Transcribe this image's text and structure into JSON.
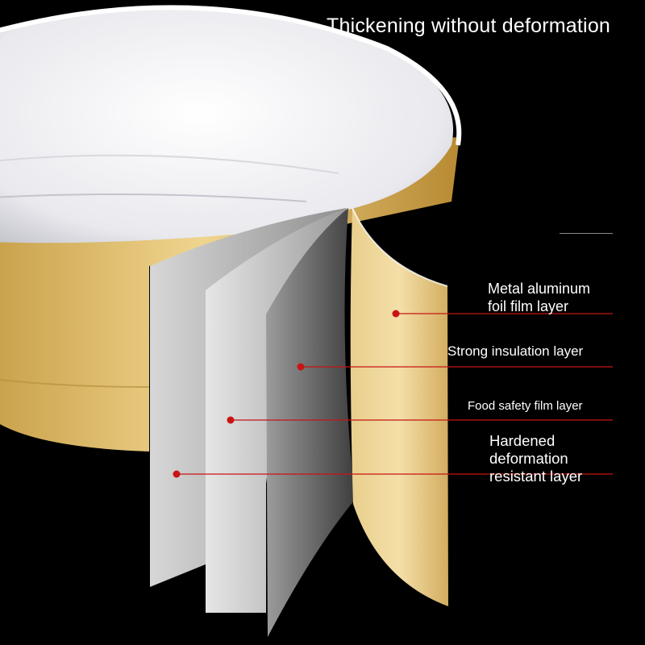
{
  "heading": "Thickening without deformation",
  "layers": [
    {
      "lines": [
        "Metal aluminum",
        "foil film layer"
      ],
      "color": "#e2c27a"
    },
    {
      "lines": [
        "Strong insulation layer"
      ],
      "color": "#5a5a5a"
    },
    {
      "lines": [
        "Food safety film layer"
      ],
      "color": "#c9c9c9"
    },
    {
      "lines": [
        "Hardened",
        "deformation",
        "resistant layer"
      ],
      "color": "#a9a9a9"
    }
  ],
  "colors": {
    "background": "#000000",
    "gold": "#d9b35a",
    "pointer": "#c81414",
    "text": "#ffffff"
  }
}
